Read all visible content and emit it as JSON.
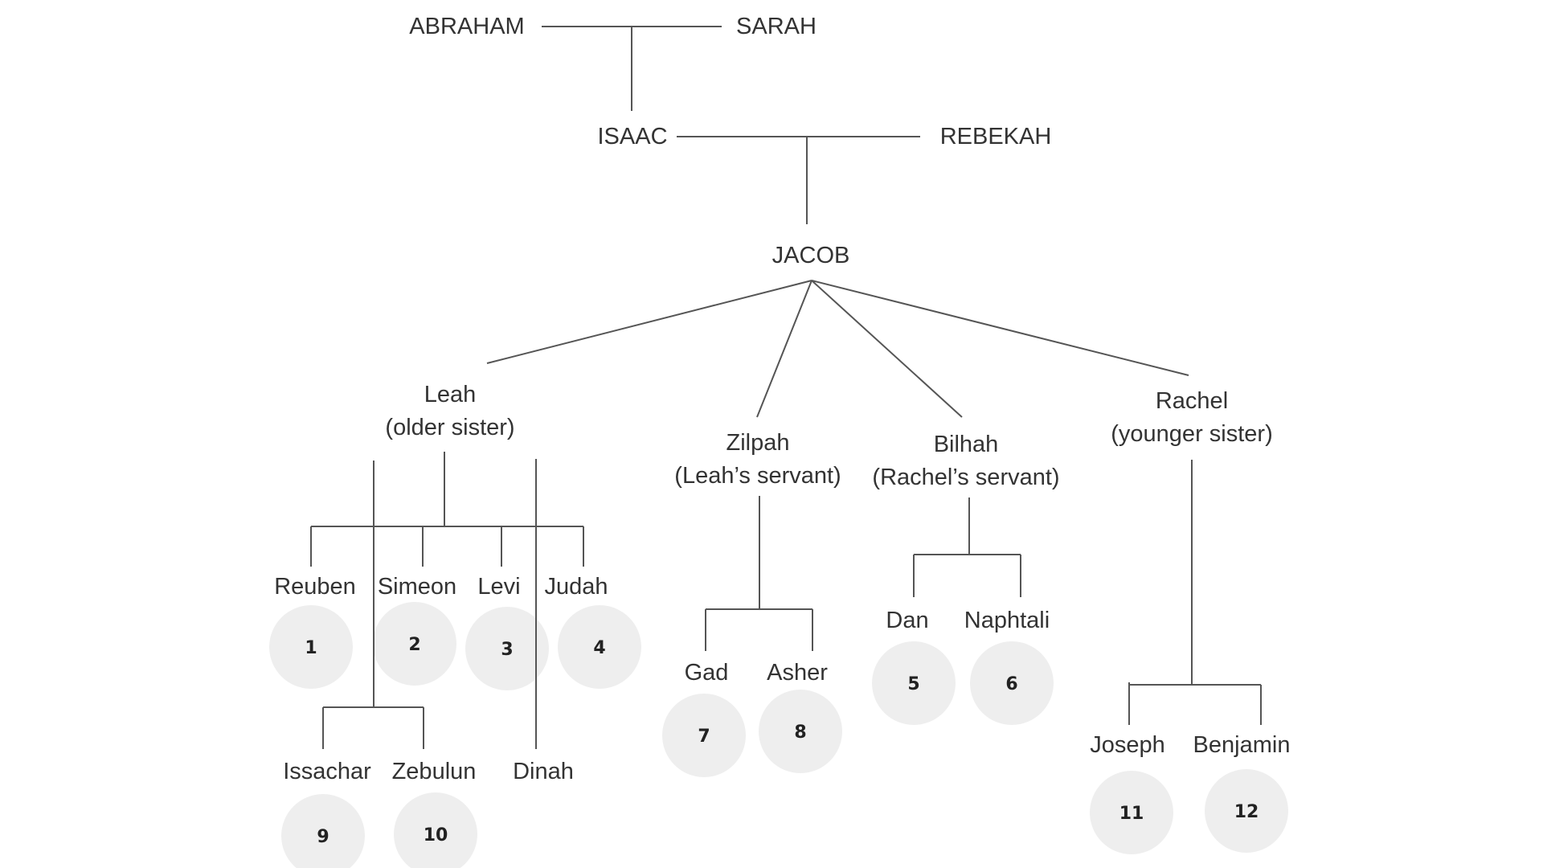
{
  "generation1": {
    "father": "ABRAHAM",
    "mother": "SARAH"
  },
  "generation2": {
    "father": "ISAAC",
    "mother": "REBEKAH"
  },
  "generation3": {
    "patriarch": "JACOB"
  },
  "wives": {
    "leah": {
      "name": "Leah",
      "note": "(older sister)"
    },
    "zilpah": {
      "name": "Zilpah",
      "note": "(Leah’s servant)"
    },
    "bilhah": {
      "name": "Bilhah",
      "note": "(Rachel’s servant)"
    },
    "rachel": {
      "name": "Rachel",
      "note": "(younger sister)"
    }
  },
  "children": {
    "reuben": {
      "name": "Reuben",
      "number": "1"
    },
    "simeon": {
      "name": "Simeon",
      "number": "2"
    },
    "levi": {
      "name": "Levi",
      "number": "3"
    },
    "judah": {
      "name": "Judah",
      "number": "4"
    },
    "dan": {
      "name": "Dan",
      "number": "5"
    },
    "naphtali": {
      "name": "Naphtali",
      "number": "6"
    },
    "gad": {
      "name": "Gad",
      "number": "7"
    },
    "asher": {
      "name": "Asher",
      "number": "8"
    },
    "issachar": {
      "name": "Issachar",
      "number": "9"
    },
    "zebulun": {
      "name": "Zebulun",
      "number": "10"
    },
    "dinah": {
      "name": "Dinah"
    },
    "joseph": {
      "name": "Joseph",
      "number": "11"
    },
    "benjamin": {
      "name": "Benjamin",
      "number": "12"
    }
  }
}
